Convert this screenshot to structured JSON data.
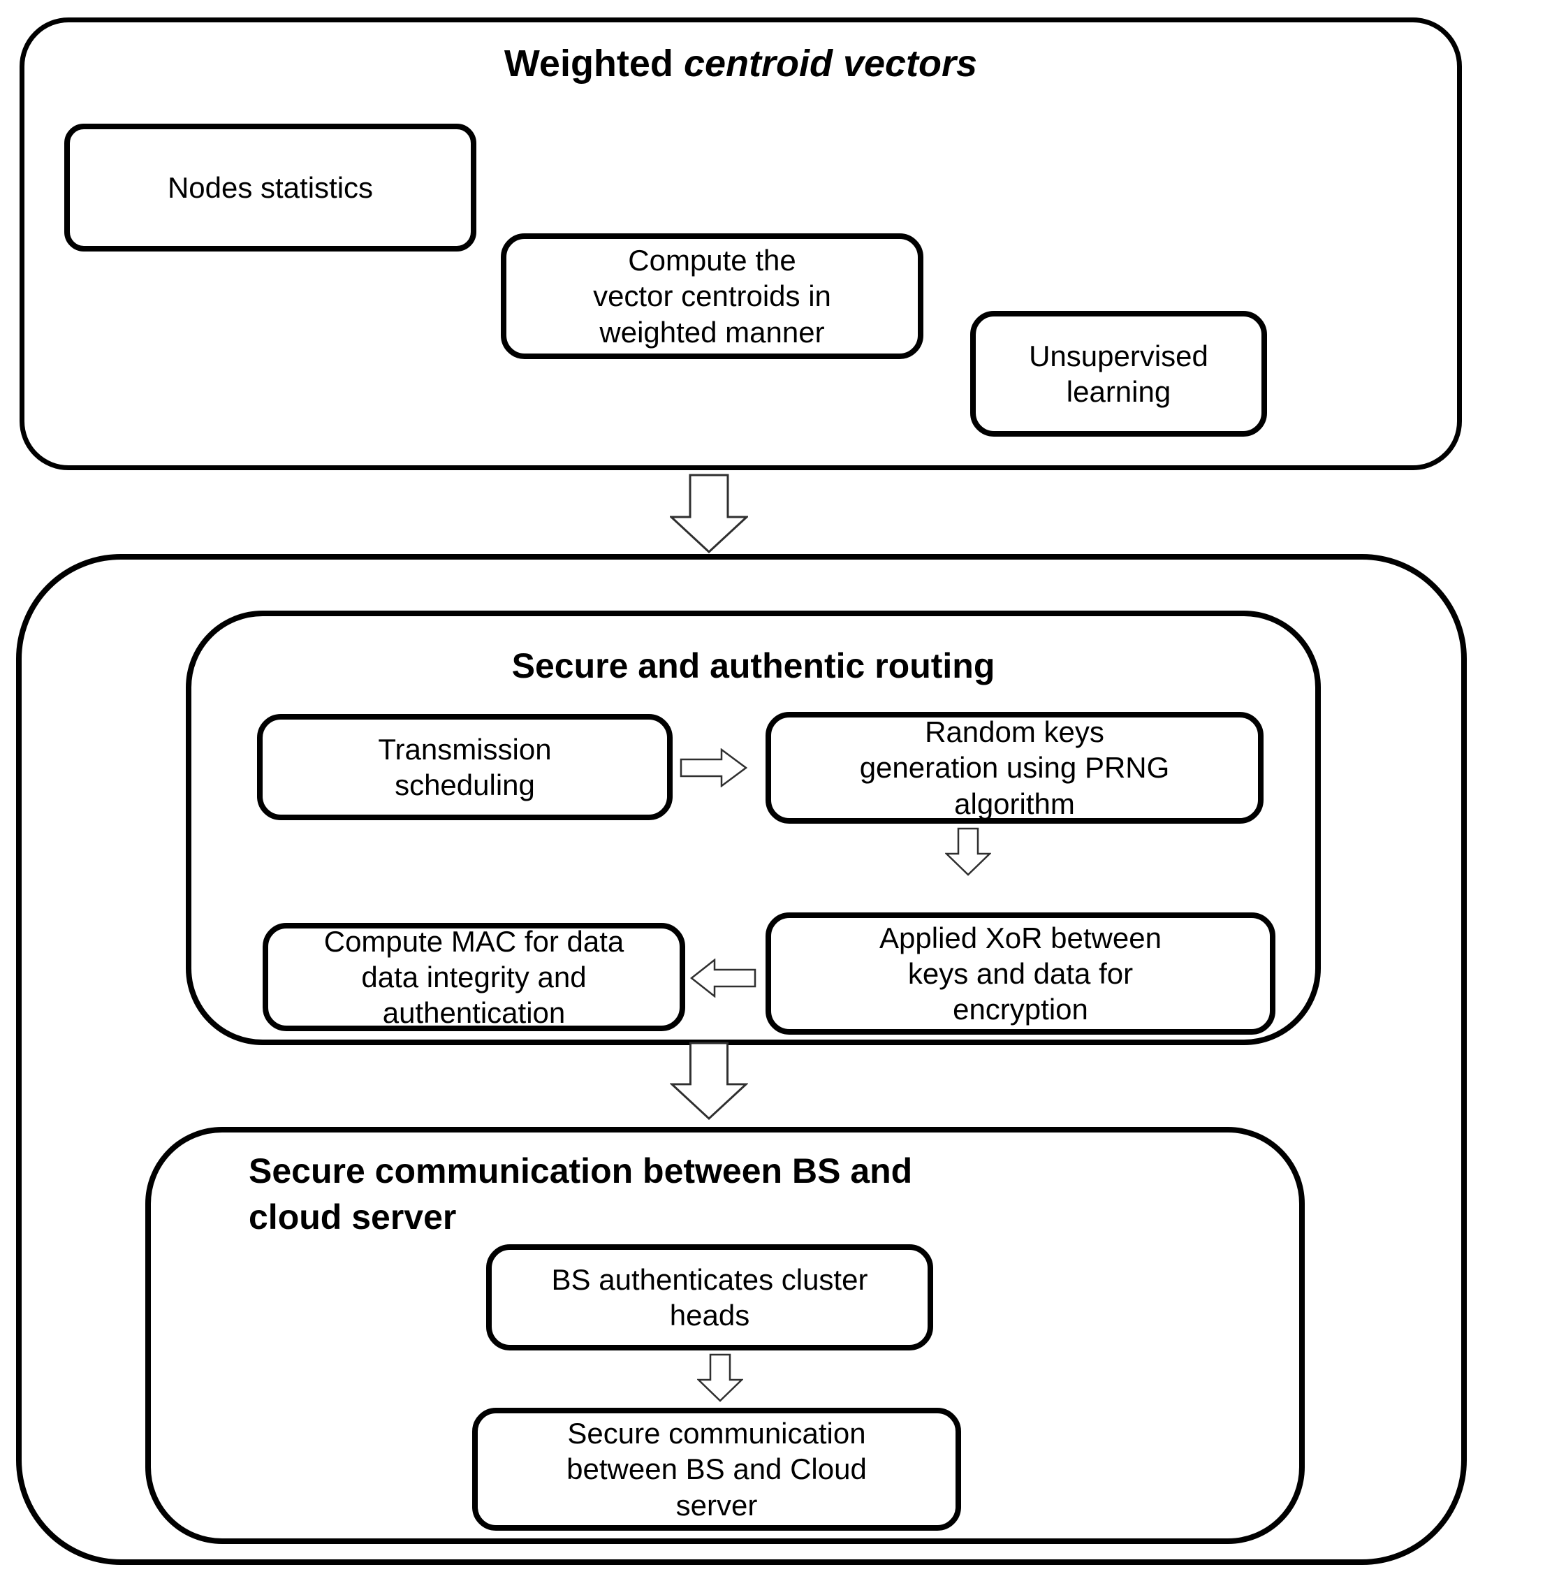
{
  "diagram": {
    "top_section": {
      "title_regular": "Weighted ",
      "title_italic": "centroid vectors",
      "boxes": {
        "nodes": "Nodes statistics",
        "compute": [
          "Compute the",
          "vector centroids in",
          "weighted manner"
        ],
        "unsupervised": [
          "Unsupervised",
          "learning"
        ]
      }
    },
    "routing_section": {
      "title": "Secure and authentic routing",
      "boxes": {
        "transmission": [
          "Transmission",
          "scheduling"
        ],
        "random_keys": [
          "Random keys",
          "generation using PRNG",
          "algorithm"
        ],
        "compute_mac": [
          "Compute MAC for data",
          "data integrity and",
          "authentication"
        ],
        "applied_xor": [
          "Applied XoR between",
          "keys and data for",
          "encryption"
        ]
      }
    },
    "bs_cloud_section": {
      "title": [
        "Secure communication between BS and",
        "cloud server"
      ],
      "boxes": {
        "bs_authenticates": [
          "BS authenticates cluster",
          "heads"
        ],
        "secure_communication": [
          "Secure communication",
          "between BS and Cloud",
          "server"
        ]
      }
    },
    "colors": {
      "stroke": "#000000",
      "background": "#ffffff",
      "arrow_fill": "#ffffff",
      "arrow_outline": "#2f2f2f"
    }
  }
}
